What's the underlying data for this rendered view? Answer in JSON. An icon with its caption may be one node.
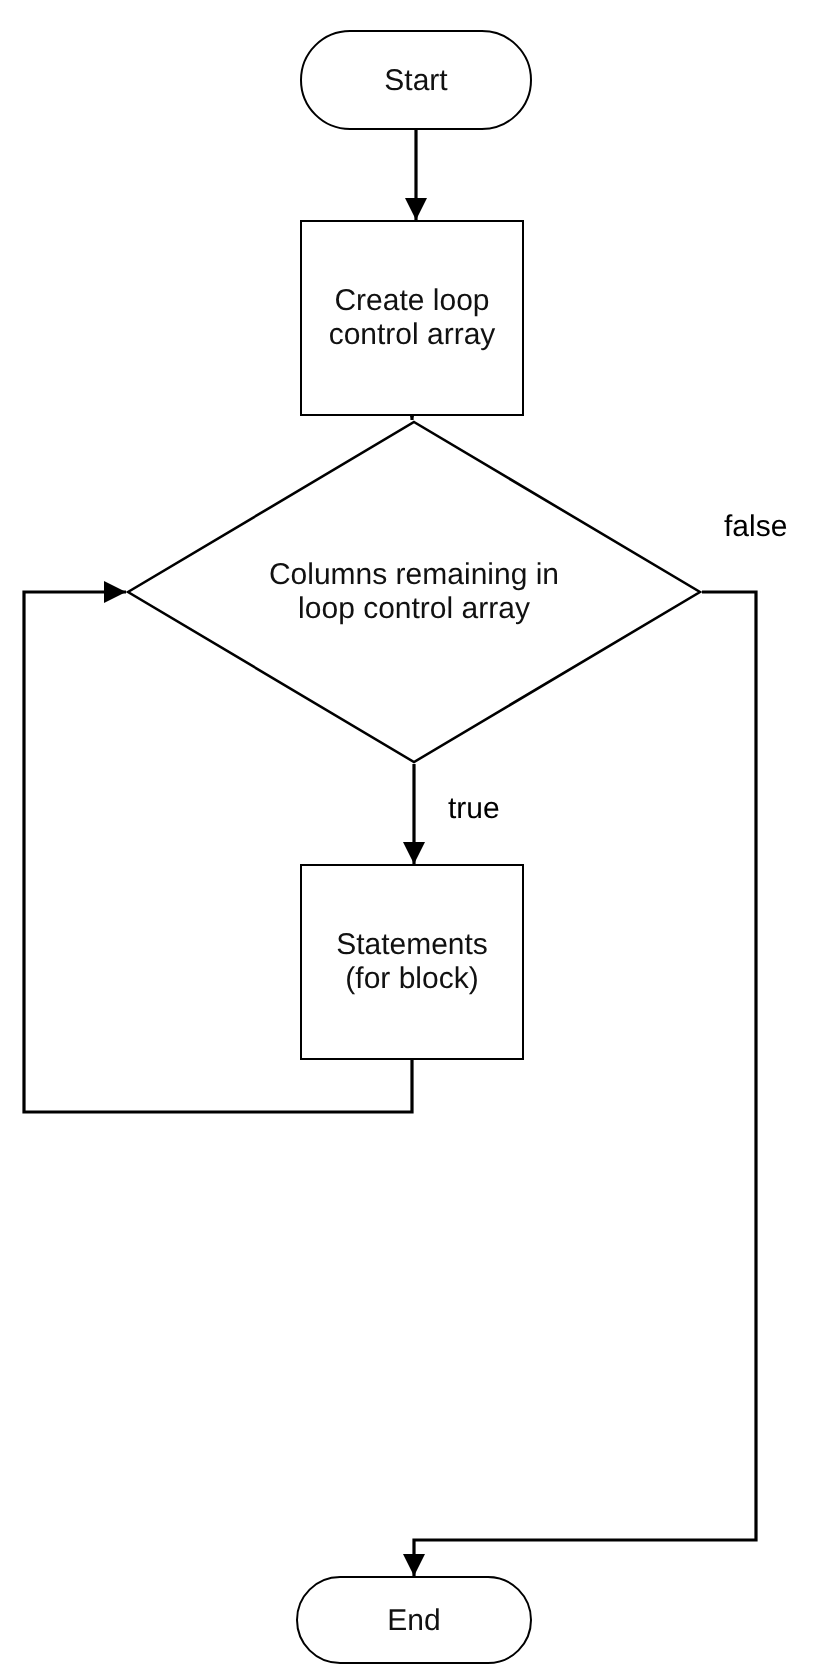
{
  "diagram": {
    "nodes": [
      {
        "text": [
          "Start"
        ]
      },
      {
        "text": [
          "Create loop control array"
        ]
      },
      {
        "text": [
          "Columns remaining in loop control array"
        ]
      },
      {
        "text": [
          "Statements (for block)"
        ]
      },
      {
        "text": [
          "End"
        ]
      }
    ],
    "edges": [
      {
        "from": 0,
        "to": 1,
        "arrow": "to"
      },
      {
        "from": 1,
        "to": 2,
        "arrow": "to"
      },
      {
        "from": 2,
        "to": 3,
        "arrow": "to",
        "label": "true"
      },
      {
        "from": 3,
        "to": 2,
        "arrow": "to"
      },
      {
        "from": 2,
        "to": 4,
        "arrow": "to",
        "label": "false"
      }
    ]
  }
}
